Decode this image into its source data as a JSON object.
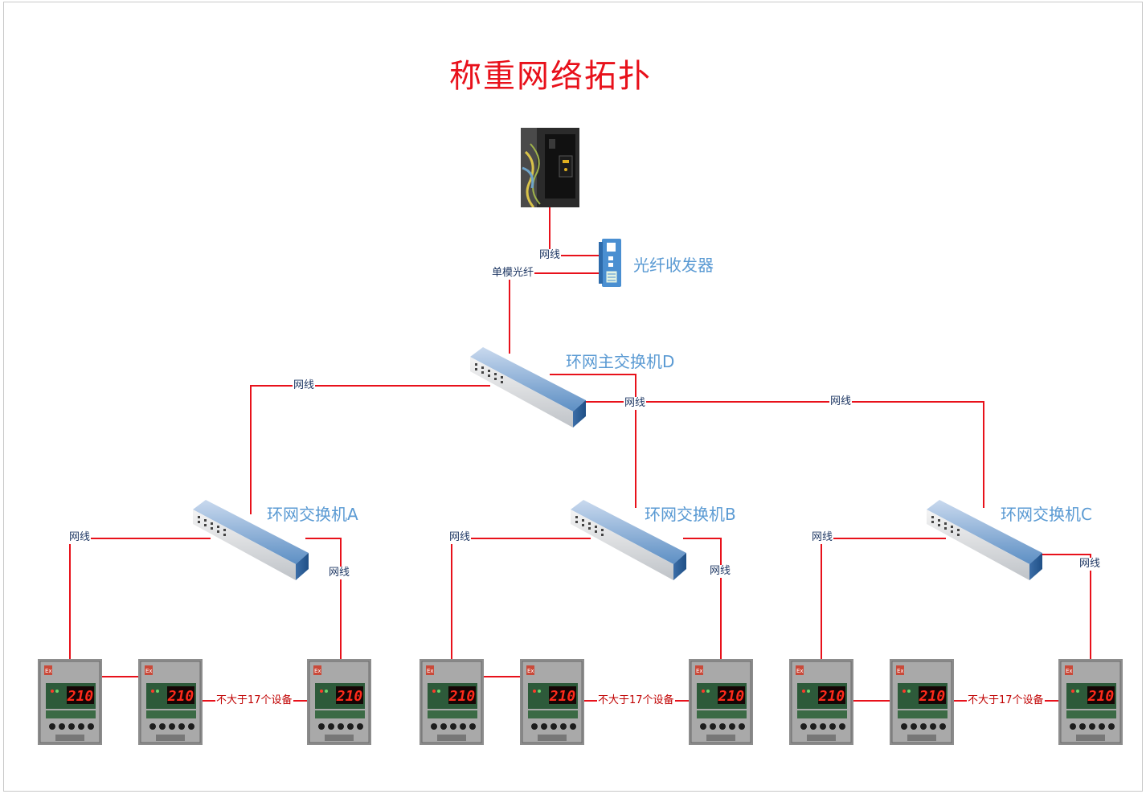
{
  "title": "称重网络拓扑",
  "devices": {
    "transceiver": "光纤收发器",
    "main_switch": "环网主交换机D",
    "switch_a": "环网交换机A",
    "switch_b": "环网交换机B",
    "switch_c": "环网交换机C"
  },
  "links": {
    "net_cable": "网线",
    "single_mode_fiber": "单模光纤",
    "max_devices": "不大于17个设备"
  },
  "device_display": {
    "reading": "210",
    "ex_mark": "Ex"
  },
  "colors": {
    "wire": "#e8111b",
    "title": "#e8111b",
    "label": "#5a9ad3",
    "switch_body": "#6f9fd0"
  }
}
